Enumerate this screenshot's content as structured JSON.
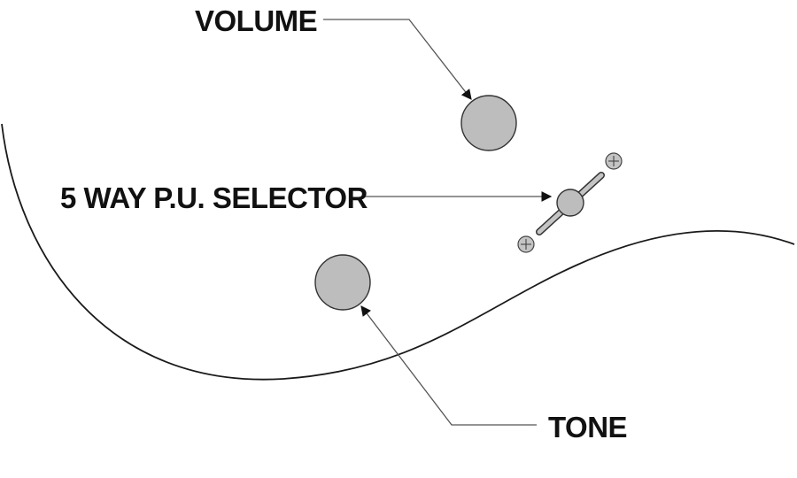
{
  "labels": {
    "volume": "VOLUME",
    "selector": "5 WAY P.U. SELECTOR",
    "tone": "TONE"
  },
  "colors": {
    "knob_fill": "#bdbdbd",
    "outline": "#1a1a1a",
    "leader_line": "#555555",
    "background": "#ffffff"
  }
}
